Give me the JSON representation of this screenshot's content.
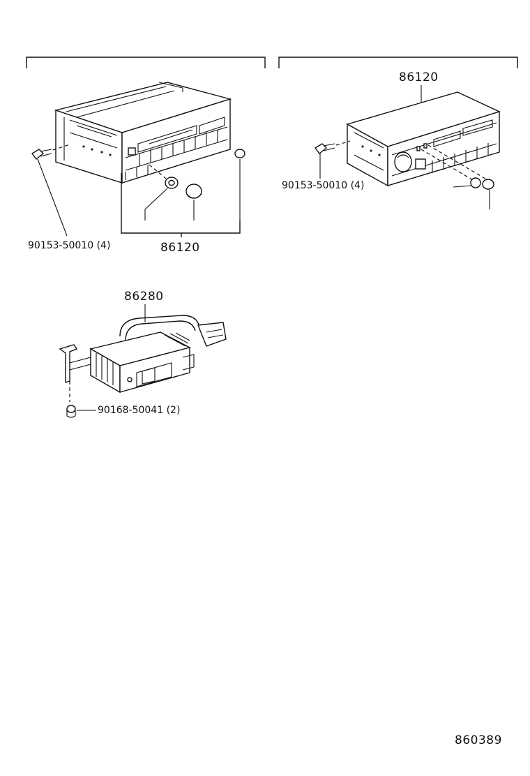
{
  "labels": {
    "left_radio_part": "86120",
    "left_radio_screw": "90153-50010 (4)",
    "right_radio_part": "86120",
    "right_radio_screw": "90153-50010 (4)",
    "amplifier_part": "86280",
    "amplifier_screw": "90168-50041 (2)",
    "drawing_ref": "860389"
  }
}
